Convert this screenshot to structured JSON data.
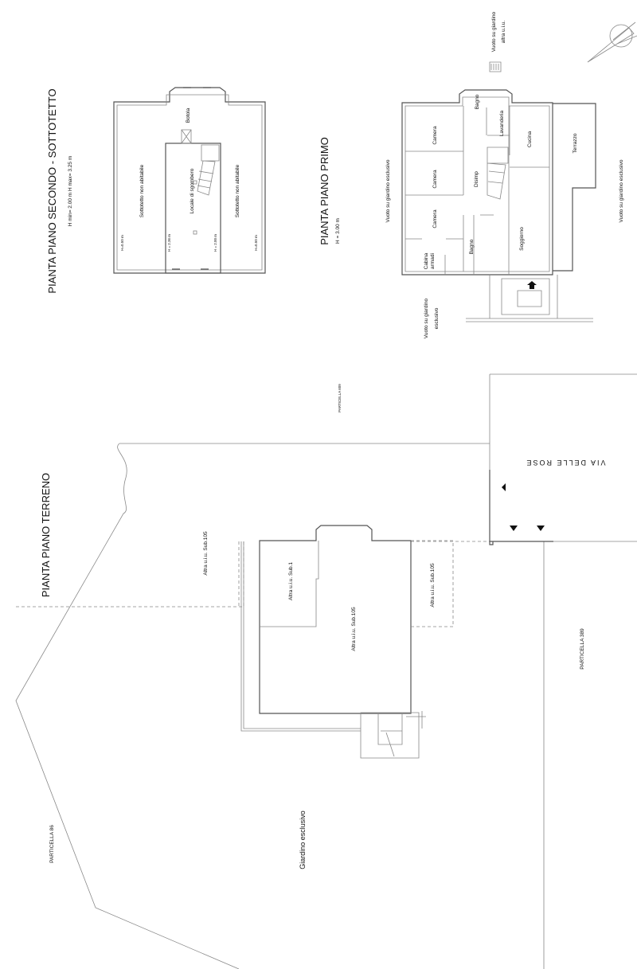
{
  "titles": {
    "attic": "PIANTA PIANO SECONDO - SOTTOTETTO",
    "attic_heights": "H min= 2.00 m    H max= 3.25 m",
    "first": "PIANTA PIANO PRIMO",
    "first_height": "H = 3.00 m",
    "ground": "PIANTA PIANO TERRENO"
  },
  "attic": {
    "botola": "Botola",
    "left": "Sottotetto non abitabile",
    "center": "Locale di sgombero",
    "right": "Sottotetto non abitabile",
    "h1": "H=0.50 m",
    "h2": "H = 2.36 m",
    "h3": "H = 2.00 m",
    "h4": "H=0.50 m"
  },
  "first_floor": {
    "rooms": [
      "Camera",
      "Camera",
      "Camera",
      "Cabina",
      "armadi",
      "Bagno",
      "Disimp",
      "Bagno",
      "Lavanderia",
      "Cucina",
      "Soggiorno",
      "Terrazzo"
    ],
    "vuoto_left": "Vuoto su giardino esclusivo",
    "vuoto_right": "Vuoto su giardino esclusivo",
    "vuoto_bottom_1": "Vuoto su giardino",
    "vuoto_bottom_2": "esclusivo",
    "vuoto_top_1": "Vuoto su giardino",
    "vuoto_top_2": "altra u.i.u."
  },
  "ground": {
    "particella_609": "PARTICELLA 609",
    "particella_389": "PARTICELLA 389",
    "particella_86": "PARTICELLA 86",
    "street": "VIA DELLE ROSE",
    "sub105_left": "Altra u.i.u. Sub.105",
    "sub1": "Altra u.i.u. Sub.1",
    "sub105_center": "Altra u.i.u. Sub.105",
    "sub105_right": "Altra u.i.u. Sub.105",
    "garden": "Giardino esclusivo"
  }
}
